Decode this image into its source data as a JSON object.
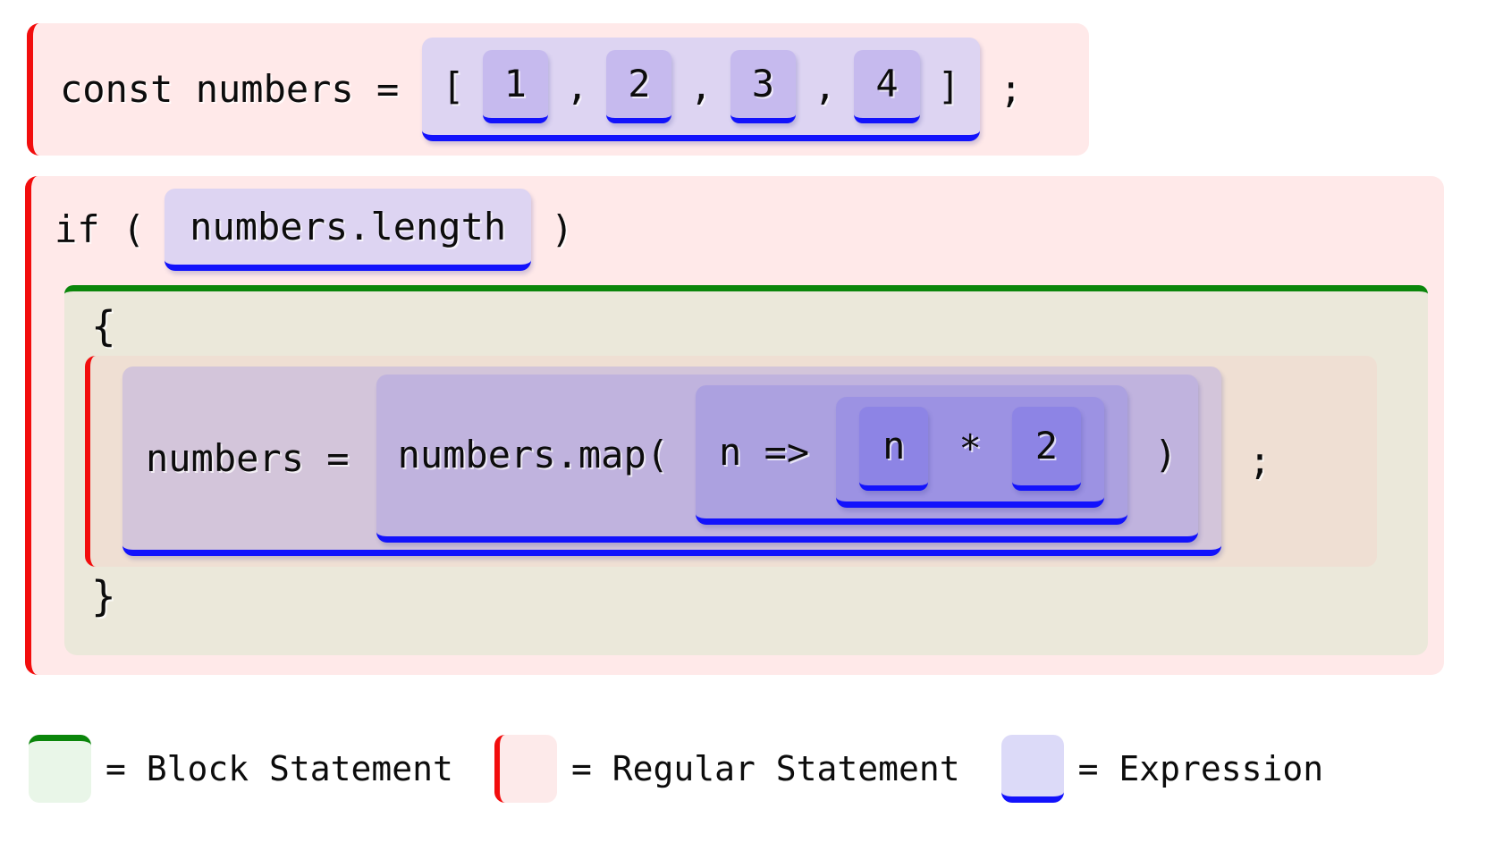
{
  "statement1": {
    "lead_text": "const numbers =",
    "array_expr": {
      "open_bracket": "[",
      "items": [
        "1",
        "2",
        "3",
        "4"
      ],
      "comma": ",",
      "close_bracket": "]"
    },
    "semicolon": ";"
  },
  "if_statement": {
    "keyword_open": "if (",
    "condition_expr": "numbers.length",
    "keyword_close": ")",
    "block": {
      "open_brace": "{",
      "inner_statement": {
        "assignment_target": "numbers =",
        "call_open": "numbers.map(",
        "arrow_param": "n =>",
        "binary_left": "n",
        "binary_operator": "*",
        "binary_right": "2",
        "call_close": ")",
        "semicolon": ";"
      },
      "close_brace": "}"
    }
  },
  "legend": {
    "block_statement_label": "= Block Statement",
    "regular_statement_label": "= Regular Statement",
    "expression_label": "= Expression"
  },
  "colors": {
    "statement_pink": "#ffe9e9",
    "statement_border_red": "#f20d0d",
    "block_statement_beige": "#ebe8da",
    "block_border_green": "#0b860b",
    "inner_statement_tan": "#efdfd3",
    "expression_lavender": "#ddd4f2",
    "expression_nested_purple": "#8d84e5",
    "expression_underline_blue": "#1212fc"
  }
}
